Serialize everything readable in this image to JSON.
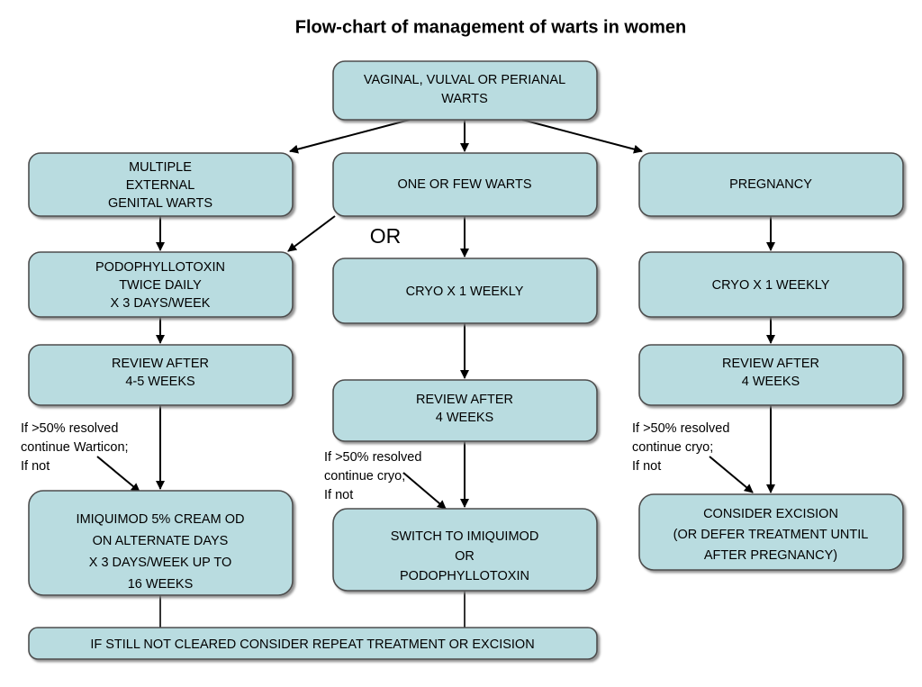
{
  "title": "Flow-chart of management of warts in women",
  "colors": {
    "node_fill": "#b9dce0",
    "node_stroke": "#4d4d4d",
    "connector": "#000000",
    "text": "#000000",
    "background": "#ffffff"
  },
  "chart_data": {
    "type": "diagram",
    "title": "Flow-chart of management of warts in women",
    "nodes": [
      {
        "id": "start",
        "lines": [
          "VAGINAL, VULVAL OR PERIANAL",
          "WARTS"
        ]
      },
      {
        "id": "multiple",
        "lines": [
          "MULTIPLE",
          "EXTERNAL",
          "GENITAL WARTS"
        ]
      },
      {
        "id": "onefew",
        "lines": [
          "ONE OR FEW WARTS"
        ]
      },
      {
        "id": "pregnancy",
        "lines": [
          "PREGNANCY"
        ]
      },
      {
        "id": "podo",
        "lines": [
          "PODOPHYLLOTOXIN",
          "TWICE DAILY",
          "X 3 DAYS/WEEK"
        ]
      },
      {
        "id": "cryo_mid",
        "lines": [
          "CRYO X 1 WEEKLY"
        ]
      },
      {
        "id": "cryo_right",
        "lines": [
          "CRYO X 1 WEEKLY"
        ]
      },
      {
        "id": "review_left",
        "lines": [
          "REVIEW AFTER",
          "4-5 WEEKS"
        ]
      },
      {
        "id": "review_mid",
        "lines": [
          "REVIEW AFTER",
          "4 WEEKS"
        ]
      },
      {
        "id": "review_right",
        "lines": [
          "REVIEW AFTER",
          "4 WEEKS"
        ]
      },
      {
        "id": "imiquimod",
        "lines": [
          "IMIQUIMOD 5% CREAM OD",
          "ON ALTERNATE DAYS",
          "X 3 DAYS/WEEK UP TO",
          "16 WEEKS"
        ]
      },
      {
        "id": "switch",
        "lines": [
          "SWITCH TO IMIQUIMOD",
          "OR",
          "PODOPHYLLOTOXIN"
        ]
      },
      {
        "id": "excision",
        "lines": [
          "CONSIDER EXCISION",
          "(OR DEFER TREATMENT UNTIL",
          "AFTER PREGNANCY)"
        ]
      },
      {
        "id": "footer",
        "lines": [
          "IF STILL NOT CLEARED CONSIDER REPEAT TREATMENT OR EXCISION"
        ]
      }
    ],
    "annotations": [
      {
        "id": "or-label",
        "lines": [
          "OR"
        ]
      },
      {
        "id": "note-left",
        "lines": [
          "If >50% resolved",
          "continue Warticon;",
          "If not"
        ]
      },
      {
        "id": "note-mid",
        "lines": [
          "If >50% resolved",
          "continue cryo;",
          "If not"
        ]
      },
      {
        "id": "note-right",
        "lines": [
          "If >50% resolved",
          "continue cryo;",
          "If not"
        ]
      }
    ],
    "edges": [
      {
        "from": "start",
        "to": "multiple"
      },
      {
        "from": "start",
        "to": "onefew"
      },
      {
        "from": "start",
        "to": "pregnancy"
      },
      {
        "from": "multiple",
        "to": "podo"
      },
      {
        "from": "onefew",
        "to": "podo"
      },
      {
        "from": "onefew",
        "to": "cryo_mid"
      },
      {
        "from": "pregnancy",
        "to": "cryo_right"
      },
      {
        "from": "podo",
        "to": "review_left"
      },
      {
        "from": "cryo_mid",
        "to": "review_mid"
      },
      {
        "from": "cryo_right",
        "to": "review_right"
      },
      {
        "from": "review_left",
        "to": "imiquimod"
      },
      {
        "from": "note-left",
        "to": "imiquimod"
      },
      {
        "from": "review_mid",
        "to": "switch"
      },
      {
        "from": "note-mid",
        "to": "switch"
      },
      {
        "from": "review_right",
        "to": "excision"
      },
      {
        "from": "note-right",
        "to": "excision"
      },
      {
        "from": "imiquimod",
        "to": "footer"
      },
      {
        "from": "switch",
        "to": "footer"
      }
    ]
  },
  "nodes": {
    "start": {
      "l1": "VAGINAL, VULVAL OR PERIANAL",
      "l2": "WARTS"
    },
    "multiple": {
      "l1": "MULTIPLE",
      "l2": "EXTERNAL",
      "l3": "GENITAL WARTS"
    },
    "onefew": {
      "l1": "ONE OR FEW WARTS"
    },
    "pregnancy": {
      "l1": "PREGNANCY"
    },
    "podo": {
      "l1": "PODOPHYLLOTOXIN",
      "l2": "TWICE DAILY",
      "l3": "X 3 DAYS/WEEK"
    },
    "cryo_mid": {
      "l1": "CRYO X 1 WEEKLY"
    },
    "cryo_right": {
      "l1": "CRYO X 1 WEEKLY"
    },
    "review_left": {
      "l1": "REVIEW AFTER",
      "l2": "4-5 WEEKS"
    },
    "review_mid": {
      "l1": "REVIEW AFTER",
      "l2": "4 WEEKS"
    },
    "review_right": {
      "l1": "REVIEW AFTER",
      "l2": "4 WEEKS"
    },
    "imiquimod": {
      "l1": "IMIQUIMOD 5% CREAM OD",
      "l2": "ON ALTERNATE DAYS",
      "l3": "X 3 DAYS/WEEK UP TO",
      "l4": "16 WEEKS"
    },
    "switch": {
      "l1": "SWITCH TO IMIQUIMOD",
      "l2": "OR",
      "l3": "PODOPHYLLOTOXIN"
    },
    "excision": {
      "l1": "CONSIDER EXCISION",
      "l2": "(OR DEFER TREATMENT UNTIL",
      "l3": "AFTER PREGNANCY)"
    },
    "footer": {
      "l1": "IF STILL NOT CLEARED CONSIDER REPEAT TREATMENT OR EXCISION"
    }
  },
  "annotations": {
    "or_label": "OR",
    "note_left": {
      "l1": "If >50% resolved",
      "l2": "continue Warticon;",
      "l3": "If not"
    },
    "note_mid": {
      "l1": "If >50% resolved",
      "l2": "continue cryo;",
      "l3": "If not"
    },
    "note_right": {
      "l1": "If >50% resolved",
      "l2": "continue cryo;",
      "l3": "If not"
    }
  }
}
